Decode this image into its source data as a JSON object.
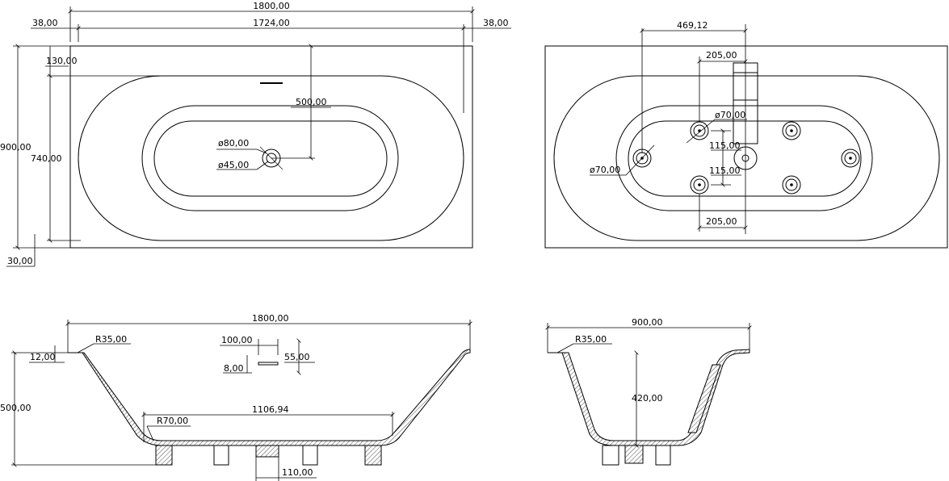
{
  "top_view": {
    "overall_length": "1800,00",
    "inner_length": "1724,00",
    "side_margin_left": "38,00",
    "side_margin_right": "38,00",
    "overall_width": "900,00",
    "inner_width": "740,00",
    "top_offset": "130,00",
    "bottom_offset": "30,00",
    "drain_offset": "500,00",
    "drain_outer_dia": "ø80,00",
    "drain_inner_dia": "ø45,00"
  },
  "jet_view": {
    "jet_offset": "469,12",
    "spacing_top": "205,00",
    "spacing_bottom": "205,00",
    "jet_dia_top": "ø70,00",
    "jet_dia_left": "ø70,00",
    "vertical_spacing_1": "115,00",
    "vertical_spacing_2": "115,00"
  },
  "side_section": {
    "overall_length": "1800,00",
    "rim_radius": "R35,00",
    "rim_thickness": "12,00",
    "height": "500,00",
    "overflow_width": "100,00",
    "overflow_height": "55,00",
    "overflow_slot": "8,00",
    "floor_radius": "R70,00",
    "floor_length": "1106,94",
    "drain_width": "110,00"
  },
  "end_section": {
    "overall_width": "900,00",
    "rim_radius": "R35,00",
    "depth": "420,00"
  }
}
